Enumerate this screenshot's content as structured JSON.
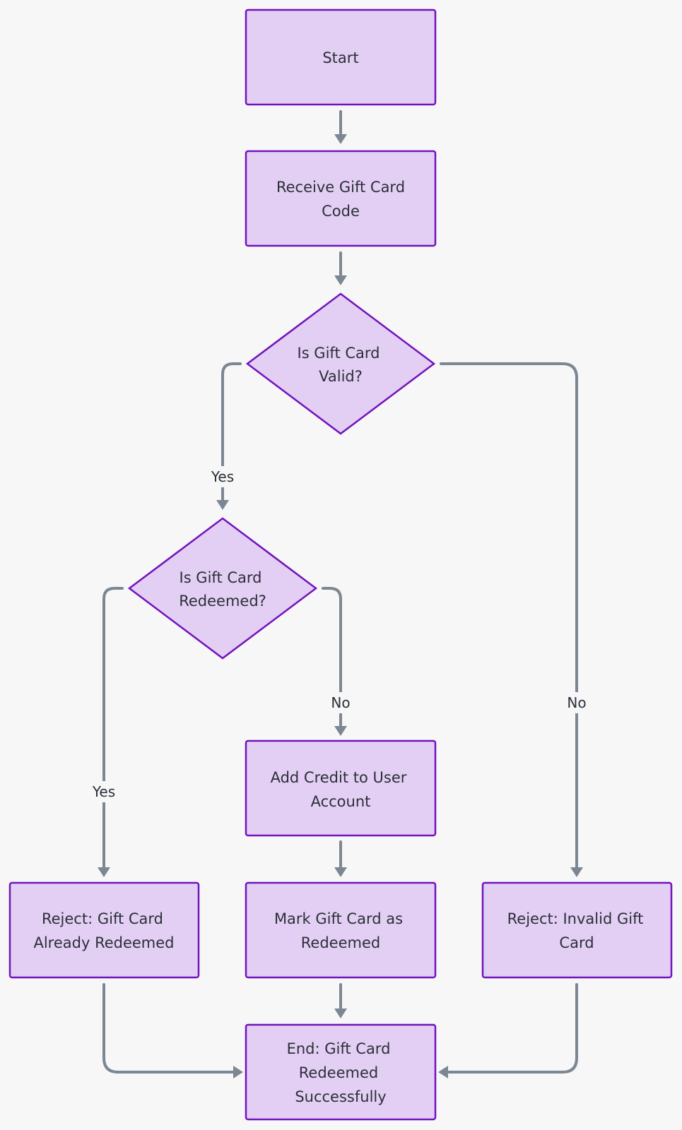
{
  "diagram": {
    "nodes": {
      "start": {
        "line1": "Start"
      },
      "receive": {
        "line1": "Receive Gift Card",
        "line2": "Code"
      },
      "is_valid": {
        "line1": "Is Gift Card",
        "line2": "Valid?"
      },
      "is_redeemed": {
        "line1": "Is Gift Card",
        "line2": "Redeemed?"
      },
      "add_credit": {
        "line1": "Add Credit to User",
        "line2": "Account"
      },
      "reject_redeemed": {
        "line1": "Reject: Gift Card",
        "line2": "Already Redeemed"
      },
      "mark_redeemed": {
        "line1": "Mark Gift Card as",
        "line2": "Redeemed"
      },
      "reject_invalid": {
        "line1": "Reject: Invalid Gift",
        "line2": "Card"
      },
      "end": {
        "line1": "End: Gift Card",
        "line2": "Redeemed",
        "line3": "Successfully"
      }
    },
    "edge_labels": {
      "valid_yes": "Yes",
      "valid_no": "No",
      "redeemed_yes": "Yes",
      "redeemed_no": "No"
    },
    "colors": {
      "node_fill": "#e3cff3",
      "node_stroke": "#7312be",
      "edge": "#7b8793",
      "text": "#2b2f3a",
      "background": "#f7f7f7"
    }
  }
}
